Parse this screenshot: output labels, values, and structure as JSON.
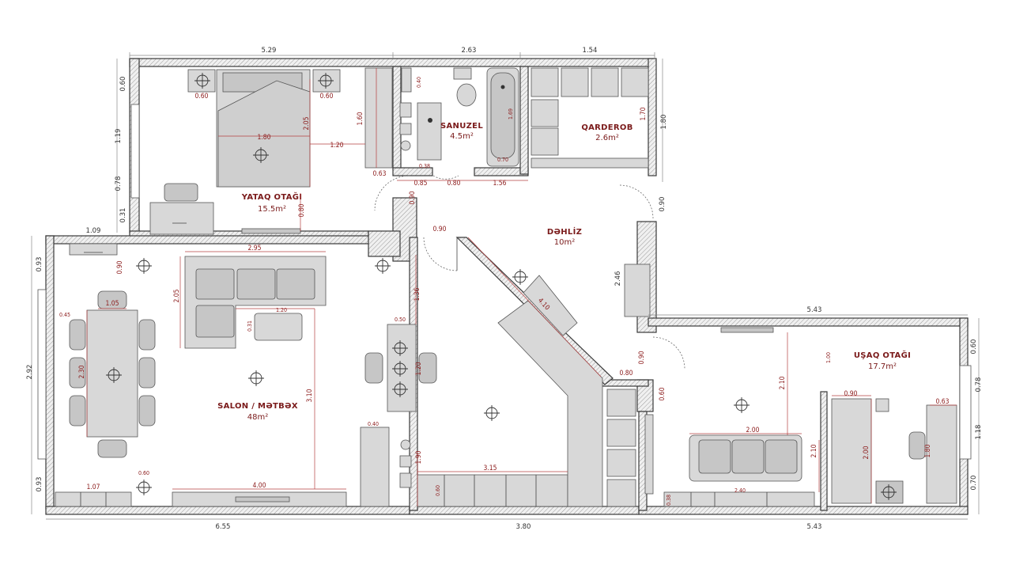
{
  "rooms": {
    "bedroom": {
      "name": "YATAQ OTAĞI",
      "area": "15.5m²"
    },
    "bath": {
      "name": "SANUZEL",
      "area": "4.5m²"
    },
    "wardrobe": {
      "name": "QARDEROB",
      "area": "2.6m²"
    },
    "hall": {
      "name": "DƏHLİZ",
      "area": "10m²"
    },
    "salon": {
      "name": "SALON / MƏTBƏX",
      "area": "48m²"
    },
    "kids": {
      "name": "UŞAQ OTAĞI",
      "area": "17.7m²"
    }
  },
  "outer_dims": {
    "top_bed": "5.29",
    "top_bath": "2.63",
    "top_wardrobe": "1.54",
    "bottom_salon": "6.55",
    "bottom_kitchen": "3.80",
    "bottom_kids": "5.43",
    "top_kids": "5.43",
    "left_upper": "0.93",
    "left_mid": "2.92",
    "left_lower": "0.93",
    "bed_left_a": "0.60",
    "bed_left_b": "1.19",
    "bed_left_c": "0.78",
    "bed_left_d": "0.31",
    "bed_left_e": "1.09",
    "right_wardrobe": "1.80",
    "right_door": "0.90",
    "right_hall": "2.46",
    "right_kids_a": "0.60",
    "right_kids_b": "0.78",
    "right_kids_c": "1.18",
    "right_kids_d": "0.70"
  },
  "inner_dims": {
    "bed_w": "1.80",
    "bed_l": "2.05",
    "night_l": "0.60",
    "night_r": "0.60",
    "bed_gap": "1.20",
    "closet_h": "1.60",
    "closet_w": "0.63",
    "bed_door": "0.80",
    "bath_w1": "0.85",
    "bath_w2": "0.80",
    "bath_w3": "1.56",
    "sink_w": "0.38",
    "tub_h": "1.69",
    "tub_w": "0.70",
    "wc_gap": "0.40",
    "wardrobe_h": "1.70",
    "door_bed": "0.90",
    "door_hall": "0.90",
    "kit_diag": "4.10",
    "hall_kids": "0.80",
    "kids_door": "0.90",
    "kids_door_b": "0.60",
    "sofa_w": "2.95",
    "sofa_d": "2.05",
    "table_w": "1.20",
    "table_d": "0.31",
    "tv_zone": "3.10",
    "tv_w": "4.00",
    "dining_w": "1.05",
    "dining_l": "2.30",
    "chair_gap": "0.45",
    "dining_top": "0.90",
    "low_unit": "1.07",
    "low_gap": "0.60",
    "col_w": "0.50",
    "col_l": "1.20",
    "col_gap": "1.36",
    "fridge": "0.40",
    "kit_run": "3.15",
    "kit_h": "1.90",
    "kit_depth": "0.60",
    "kids_sofa": "2.00",
    "kids_tv": "2.10",
    "kids_d": "2.10",
    "kids_chair": "1.00",
    "kids_bed_w": "0.90",
    "kids_bed_l": "2.00",
    "desk_w": "0.63",
    "desk_l": "1.80",
    "kids_low": "2.40",
    "kids_low_h": "0.38"
  }
}
